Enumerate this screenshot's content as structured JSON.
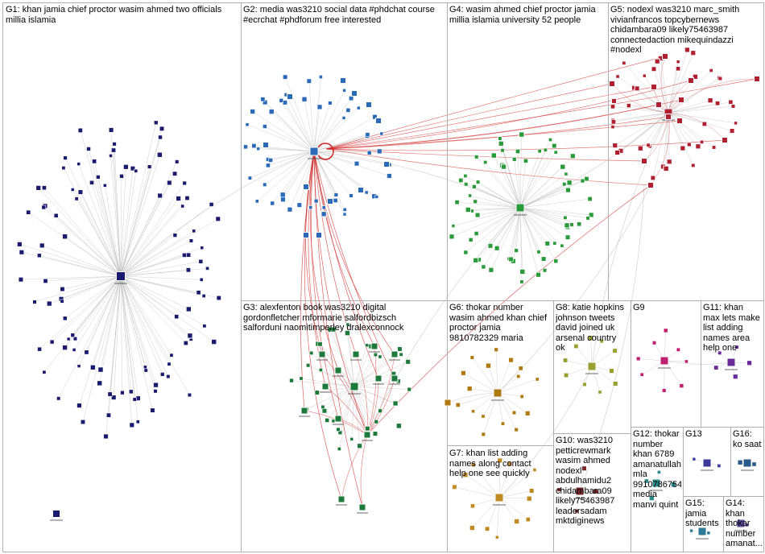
{
  "colors": {
    "background": "#ffffff",
    "group_border": "#b0b0b0",
    "edge_gray": "#aaaaaa",
    "edge_red": "#d02020",
    "label_text": "#000000"
  },
  "groups": [
    {
      "id": "G1",
      "label": "G1: khan jamia chief proctor wasim ahmed two officials\nmillia islamia",
      "node_color": "#1a1a6e"
    },
    {
      "id": "G2",
      "label": "G2: media was3210 social data #phdchat course\n#ecrchat #phdforum free interested",
      "node_color": "#2a6ab8"
    },
    {
      "id": "G3",
      "label": "G3: alexfenton book was3210 digital\ngordonfletcher mformarie salfordbizsch\nsalforduni naomitimperley dralexconnock",
      "node_color": "#1e7a3a"
    },
    {
      "id": "G4",
      "label": "G4: wasim ahmed chief proctor jamia\nmillia islamia university 52 people",
      "node_color": "#2a9a3a"
    },
    {
      "id": "G5",
      "label": "G5: nodexl was3210 marc_smith\nvivianfrancos topcybernews\nchidambara09 likely75463987\nconnectedaction mikequindazzi\n#nodexl",
      "node_color": "#b02030"
    },
    {
      "id": "G6",
      "label": "G6: thokar number\nwasim ahmed khan chief\nproctor jamia\n9810782329 maria",
      "node_color": "#b07a10"
    },
    {
      "id": "G7",
      "label": "G7: khan list adding\nnames along contact\nhelp one see quickly",
      "node_color": "#c08a20"
    },
    {
      "id": "G8",
      "label": "G8: katie hopkins\njohnson tweets\ndavid joined uk\narsenal country\nok",
      "node_color": "#9aa030"
    },
    {
      "id": "G9",
      "label": "G9",
      "node_color": "#c02070"
    },
    {
      "id": "G10",
      "label": "G10: was3210\npetticrewmark\nwasim ahmed\nnodexl\nabdulhamidu2\nchidambara09\nlikely75463987\nleadersadam\nmktdiginews",
      "node_color": "#7a2a2a"
    },
    {
      "id": "G11",
      "label": "G11: khan\nmax lets make\nlist adding\nnames area\nhelp one",
      "node_color": "#6a2a9a"
    },
    {
      "id": "G12",
      "label": "G12: thokar\nnumber\nkhan 6789\namanatullah\nmla\n9910786754\nmedia\nmanvi quint",
      "node_color": "#2a8a8a"
    },
    {
      "id": "G13",
      "label": "G13",
      "node_color": "#3a3a9a"
    },
    {
      "id": "G14",
      "label": "G14:\nkhan\nthokar\nnumber\namanat...",
      "node_color": "#5a4a9a"
    },
    {
      "id": "G15",
      "label": "G15:\njamia\nstudents",
      "node_color": "#2a7a9a"
    },
    {
      "id": "G16",
      "label": "G16:\nko saat",
      "node_color": "#2a5a8a"
    }
  ]
}
